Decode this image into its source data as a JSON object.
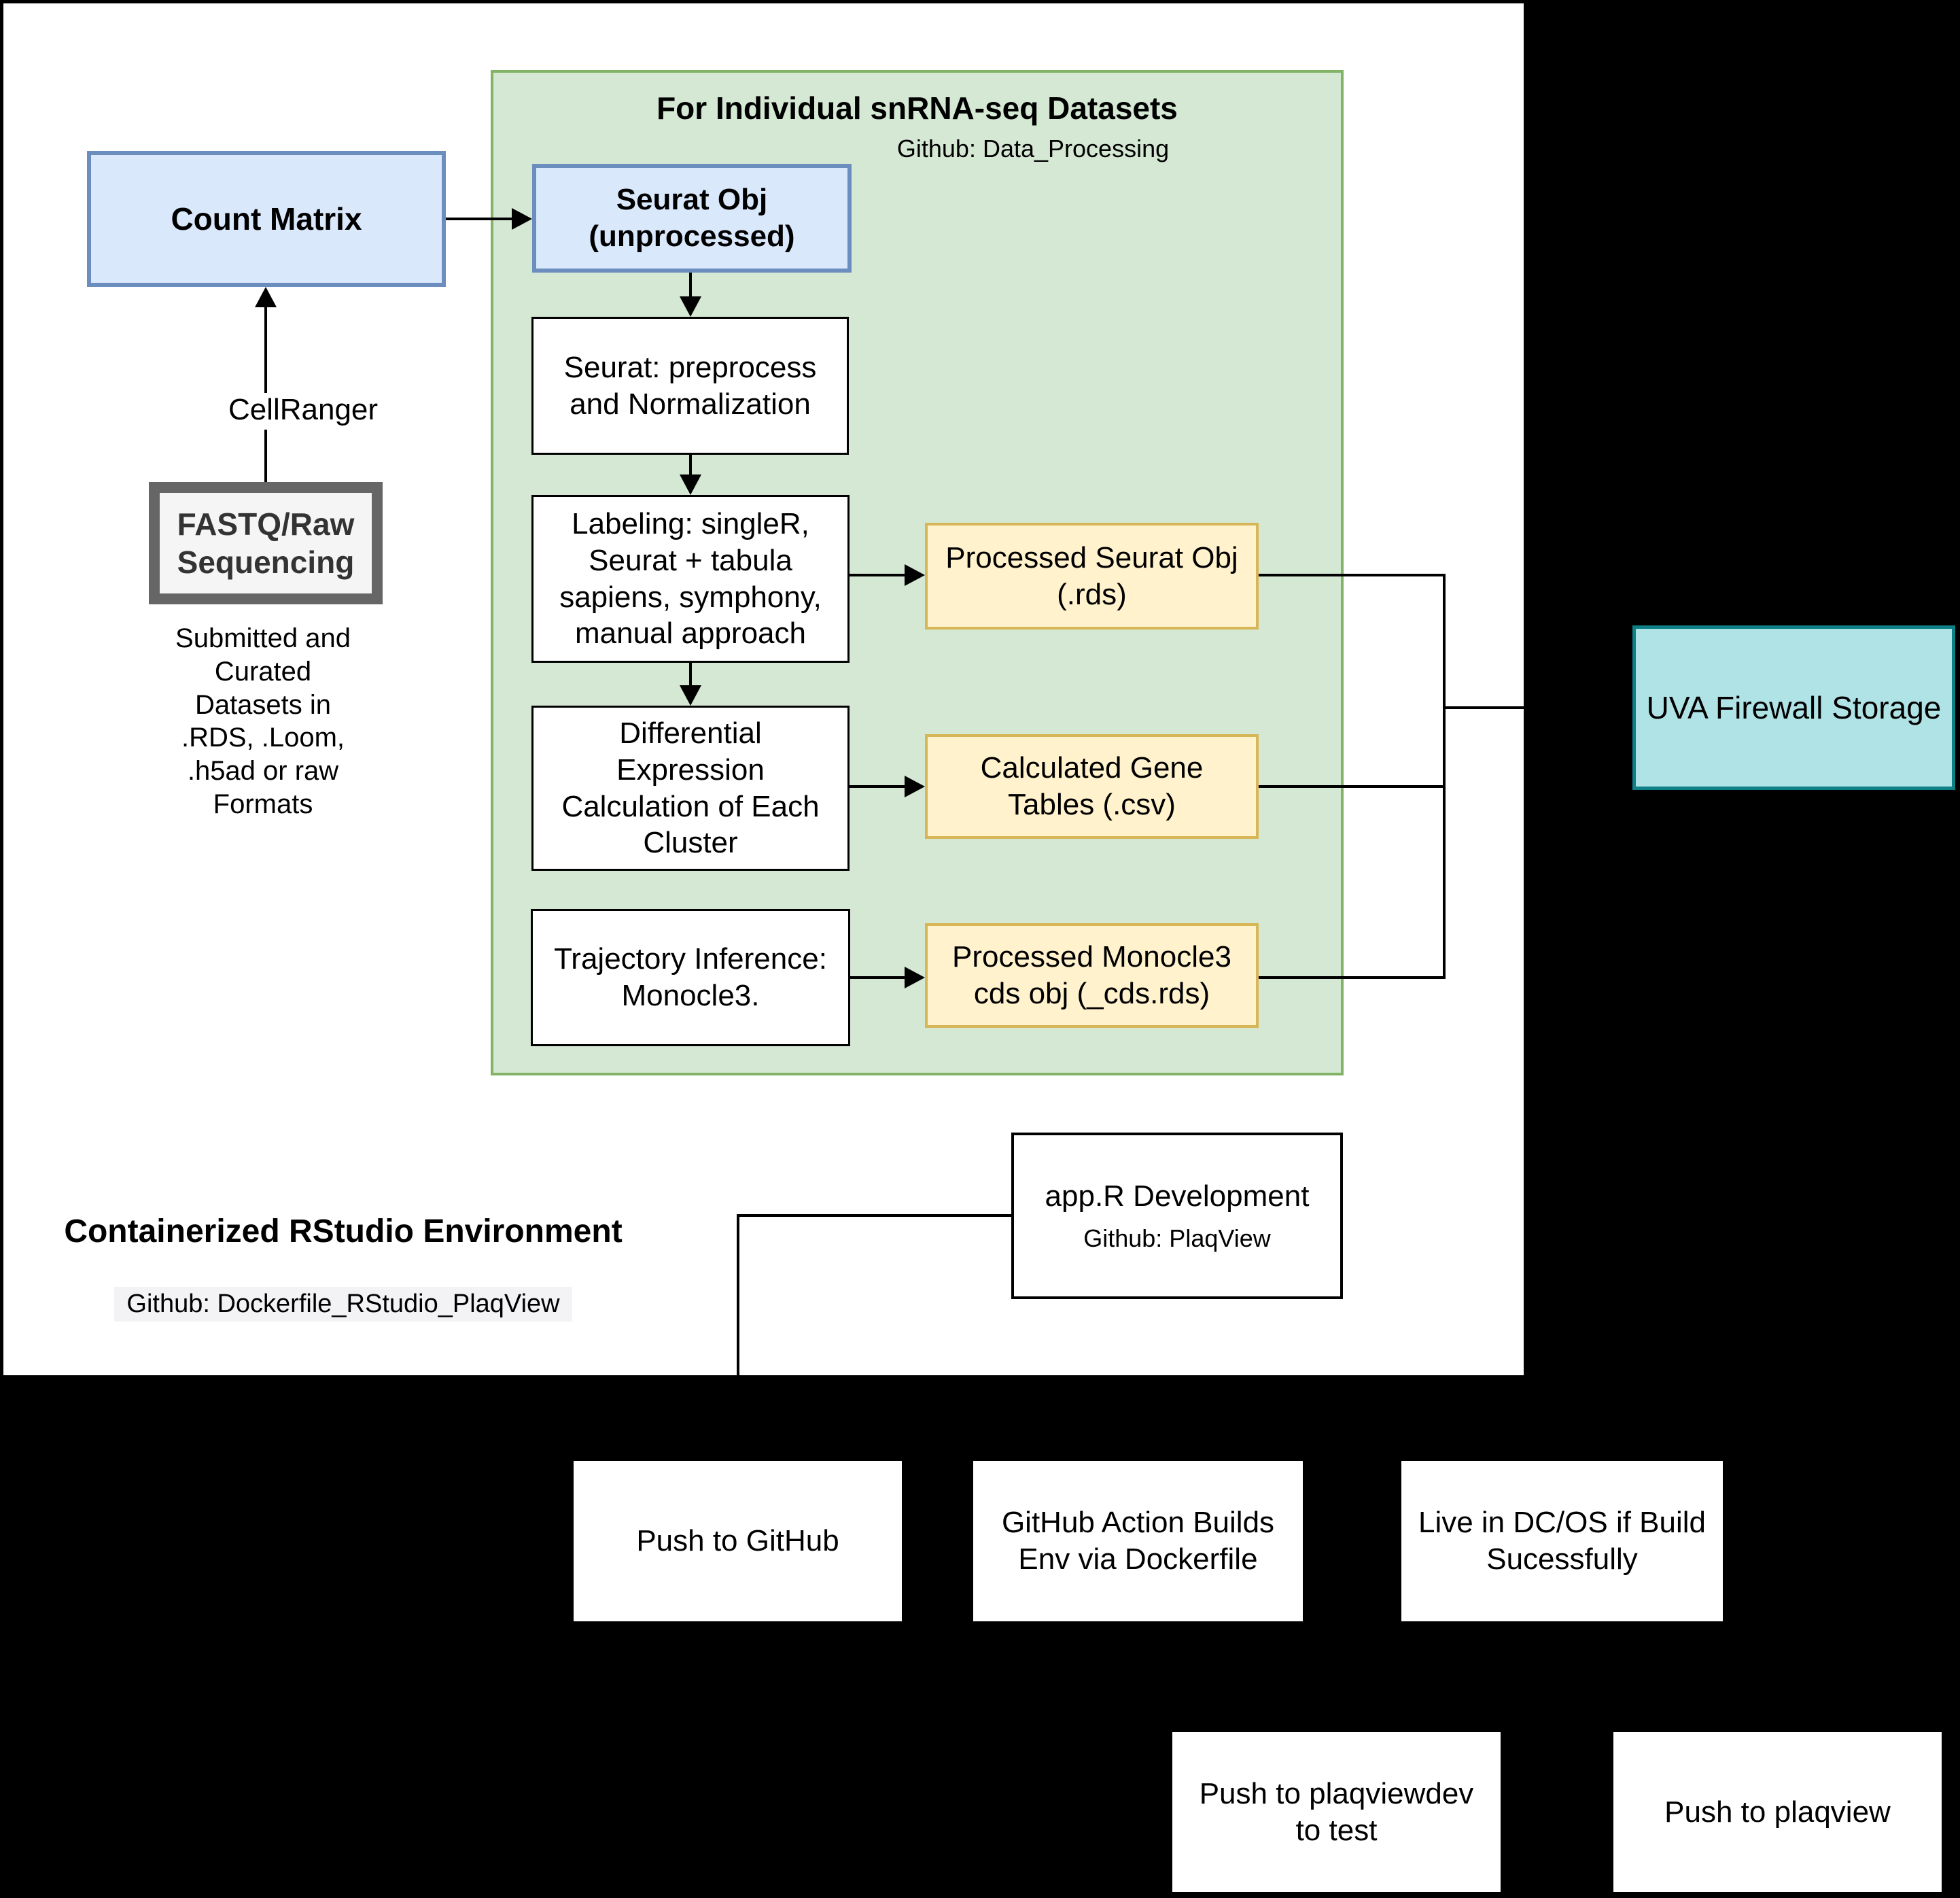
{
  "colors": {
    "page_bg": "#000000",
    "panel_bg": "#ffffff",
    "green_fill": "#d5e8d4",
    "green_border": "#82b366",
    "blue_fill": "#dae8fc",
    "blue_border": "#6c8ebf",
    "yellow_fill": "#fff2cc",
    "yellow_border": "#d6b656",
    "gray_fill": "#f5f5f5",
    "gray_border": "#666666",
    "cyan_fill": "#b0e3e6",
    "cyan_border": "#0e8088",
    "line": "#000000"
  },
  "diagram": {
    "green_group": {
      "title": "For Individual snRNA-seq Datasets",
      "subtitle": "Github: Data_Processing"
    },
    "nodes": {
      "count_matrix": "Count Matrix",
      "seurat_obj": "Seurat Obj\n(unprocessed)",
      "preprocess": "Seurat: preprocess\nand Normalization",
      "labeling": "Labeling: singleR,\nSeurat + tabula\nsapiens, symphony,\nmanual approach",
      "diff_expr": "Differential\nExpression\nCalculation of Each\nCluster",
      "trajectory": "Trajectory Inference:\nMonocle3.",
      "processed_seurat": "Processed Seurat Obj\n(.rds)",
      "gene_tables": "Calculated Gene\nTables (.csv)",
      "processed_monocle": "Processed Monocle3\ncds obj (_cds.rds)",
      "fastq": "FASTQ/Raw\nSequencing",
      "uva_storage": "UVA Firewall Storage",
      "appr_title": "app.R Development",
      "appr_subtitle": "Github: PlaqView",
      "push_github": "Push to GitHub",
      "gh_action": "GitHub Action Builds\nEnv via Dockerfile",
      "dcos": "Live in DC/OS if Build\nSucessfully",
      "push_dev": "Push to plaqviewdev\nto test",
      "push_prod": "Push to plaqview"
    },
    "labels": {
      "cellranger": "CellRanger",
      "submitted": "Submitted and\nCurated\nDatasets in\n.RDS, .Loom,\n.h5ad or raw\nFormats",
      "container_title": "Containerized RStudio Environment",
      "container_subtitle": "Github: Dockerfile_RStudio_PlaqView"
    }
  }
}
